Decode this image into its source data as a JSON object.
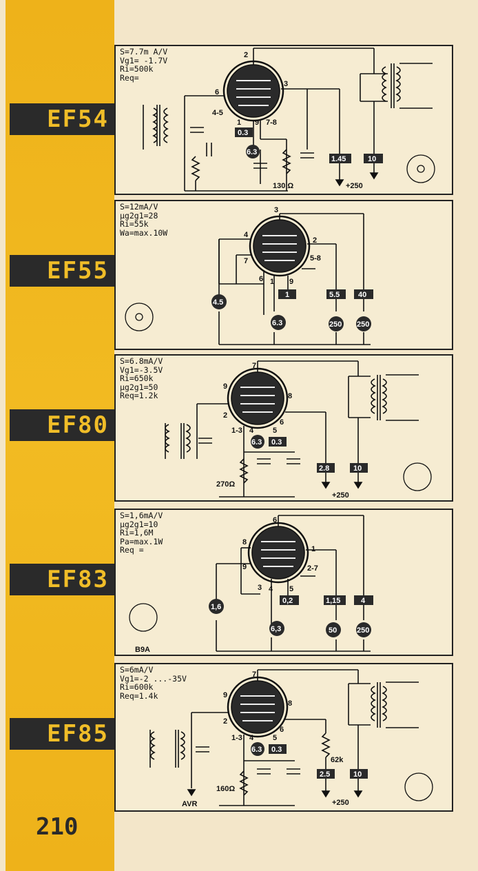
{
  "page_number": "210",
  "tubes": [
    {
      "name": "EF54",
      "specs": [
        "S=7.7m A/V",
        "Vg1= -1.7V",
        "Ri=500k",
        "Req="
      ],
      "pins": {
        "p2": "2",
        "p3": "3",
        "p6": "6",
        "p45": "4-5",
        "p1": "1",
        "p9": "9",
        "p78": "7-8"
      },
      "values": {
        "heater_i": "0.3",
        "heater_v": "6.3",
        "r_cathode": "130 Ω",
        "screen": "1.45",
        "anode": "10",
        "supply": "+250"
      }
    },
    {
      "name": "EF55",
      "specs": [
        "S=12mA/V",
        "μg2g1=28",
        "Ri=55k",
        "Wa=max.10W"
      ],
      "pins": {
        "p3": "3",
        "p4": "4",
        "p2": "2",
        "p7": "7",
        "p58": "5-8",
        "p6": "6",
        "p1": "1",
        "p9": "9"
      },
      "values": {
        "bias": "4.5",
        "heater_v": "6.3",
        "heater_i": "1",
        "screen_i": "5.5",
        "anode_i": "40",
        "screen_v": "250",
        "anode_v": "250"
      }
    },
    {
      "name": "EF80",
      "specs": [
        "S=6.8mA/V",
        "Vg1=-3.5V",
        "Ri=650k",
        "μg2g1=50",
        "Req=1.2k"
      ],
      "pins": {
        "p7": "7",
        "p9": "9",
        "p8": "8",
        "p2": "2",
        "p13": "1-3",
        "p4": "4",
        "p5": "5",
        "p6": "6"
      },
      "values": {
        "heater_v": "6.3",
        "heater_i": "0.3",
        "r_cathode": "270Ω",
        "screen": "2.8",
        "anode": "10",
        "supply": "+250"
      }
    },
    {
      "name": "EF83",
      "specs": [
        "S=1,6mA/V",
        "μg2g1=10",
        "Ri=1,6M",
        "Pa=max.1W",
        "Req ="
      ],
      "pins": {
        "p6": "6",
        "p8": "8",
        "p1": "1",
        "p9": "9",
        "p27": "2-7",
        "p3": "3",
        "p4": "4",
        "p5": "5"
      },
      "values": {
        "bias": "1,6",
        "heater_v": "6,3",
        "heater_i": "0,2",
        "screen_i": "1,15",
        "anode_i": "4",
        "screen_v": "50",
        "anode_v": "250",
        "socket": "B9A"
      }
    },
    {
      "name": "EF85",
      "specs": [
        "S=6mA/V",
        "Vg1=-2 ...-35V",
        "Ri=600k",
        "Req=1.4k"
      ],
      "pins": {
        "p7": "7",
        "p9": "9",
        "p8": "8",
        "p2": "2",
        "p13": "1-3",
        "p4": "4",
        "p5": "5",
        "p6": "6"
      },
      "values": {
        "heater_v": "6.3",
        "heater_i": "0.3",
        "r_cathode": "160Ω",
        "r_screen": "62k",
        "screen": "2.5",
        "anode": "10",
        "supply": "+250",
        "avr": "AVR"
      }
    }
  ],
  "colors": {
    "stripe": "#eeb21a",
    "label_bg": "#2a2a2a",
    "label_text": "#f0bd28",
    "paper": "#f3e6c9",
    "ink": "#111111"
  }
}
